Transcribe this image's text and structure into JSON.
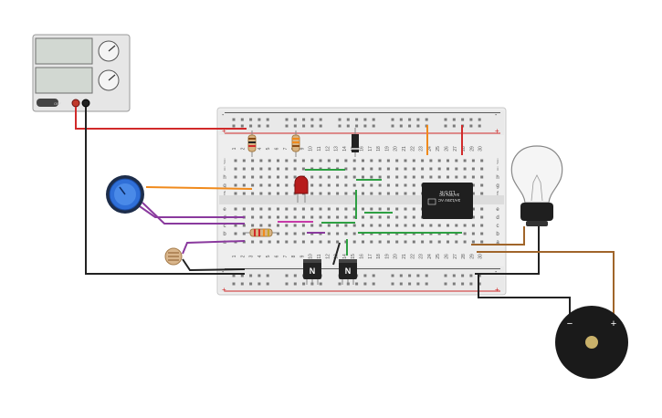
{
  "power_supply": {
    "off_label": "OFF"
  },
  "breadboard": {
    "columns": [
      "1",
      "2",
      "3",
      "4",
      "5",
      "6",
      "7",
      "8",
      "9",
      "10",
      "11",
      "12",
      "13",
      "14",
      "15",
      "16",
      "17",
      "18",
      "19",
      "20",
      "21",
      "22",
      "23",
      "24",
      "25",
      "26",
      "27",
      "28",
      "29",
      "30"
    ],
    "rows_top": [
      "j",
      "i",
      "h",
      "g",
      "f"
    ],
    "rows_bottom": [
      "e",
      "d",
      "c",
      "b",
      "a"
    ],
    "rail_plus": "+",
    "rail_minus": "-"
  },
  "relay": {
    "line1": "LU-5-R",
    "line2": "3A/125V AC",
    "line3": "3A/30V DC"
  },
  "transistors": {
    "q1_label": "N",
    "q2_label": "N"
  },
  "buzzer": {
    "minus_label": "−",
    "plus_label": "+"
  },
  "colors": {
    "wire_red": "#d12a2a",
    "wire_black": "#222222",
    "wire_orange": "#f08a1c",
    "wire_purple": "#8a3a9e",
    "wire_green": "#2ea043",
    "wire_magenta": "#c73aa8",
    "wire_brown": "#a0652a"
  }
}
